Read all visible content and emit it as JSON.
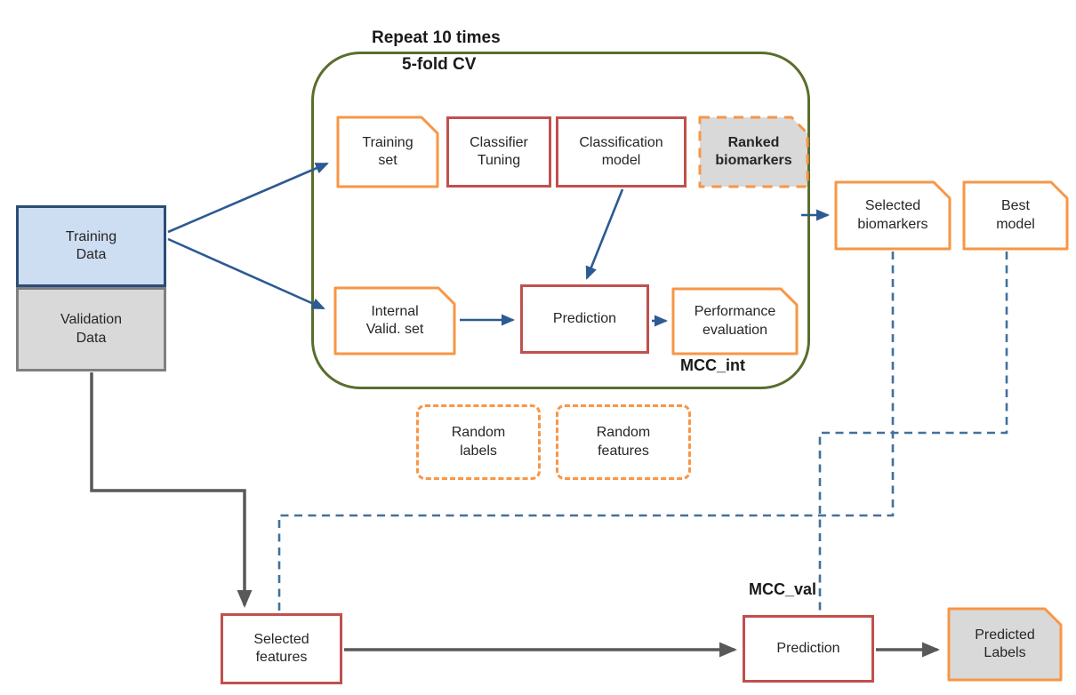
{
  "diagram_labels": {
    "repeat_loop": "Repeat 10 times",
    "cv_loop": "5-fold CV",
    "mcc_internal": "MCC_int",
    "mcc_validation": "MCC_val"
  },
  "nodes": {
    "training_data": {
      "lines": [
        "Training",
        "Data"
      ]
    },
    "validation_data": {
      "lines": [
        "Validation",
        "Data"
      ]
    },
    "training_set": {
      "lines": [
        "Training",
        "set"
      ]
    },
    "classifier_tuning": {
      "lines": [
        "Classifier",
        "Tuning"
      ]
    },
    "classification_model": {
      "lines": [
        "Classification",
        "model"
      ]
    },
    "ranked_biomarkers": {
      "lines": [
        "Ranked",
        "biomarkers"
      ]
    },
    "internal_valid_set": {
      "lines": [
        "Internal",
        "Valid. set"
      ]
    },
    "prediction_internal": {
      "lines": [
        "Prediction"
      ]
    },
    "performance_evaluation": {
      "lines": [
        "Performance",
        "evaluation"
      ]
    },
    "random_labels": {
      "lines": [
        "Random",
        "labels"
      ]
    },
    "random_features": {
      "lines": [
        "Random",
        "features"
      ]
    },
    "selected_biomarkers": {
      "lines": [
        "Selected",
        "biomarkers"
      ]
    },
    "best_model": {
      "lines": [
        "Best",
        "model"
      ]
    },
    "selected_features": {
      "lines": [
        "Selected",
        "features"
      ]
    },
    "prediction_validation": {
      "lines": [
        "Prediction"
      ]
    },
    "predicted_labels": {
      "lines": [
        "Predicted",
        "Labels"
      ]
    }
  },
  "colors": {
    "orange_border": "#F79646",
    "red_border": "#C0504D",
    "olive_loop_border": "#5A6E2C",
    "solid_arrow_blue": "#2D5A92",
    "dashed_line_blue": "#41719C",
    "gray_arrow": "#595959",
    "training_data_fill": "#CDDDF2",
    "training_data_border": "#2B4D77",
    "gray_fill": "#D9D9D9",
    "gray_border": "#7F7F7F"
  }
}
